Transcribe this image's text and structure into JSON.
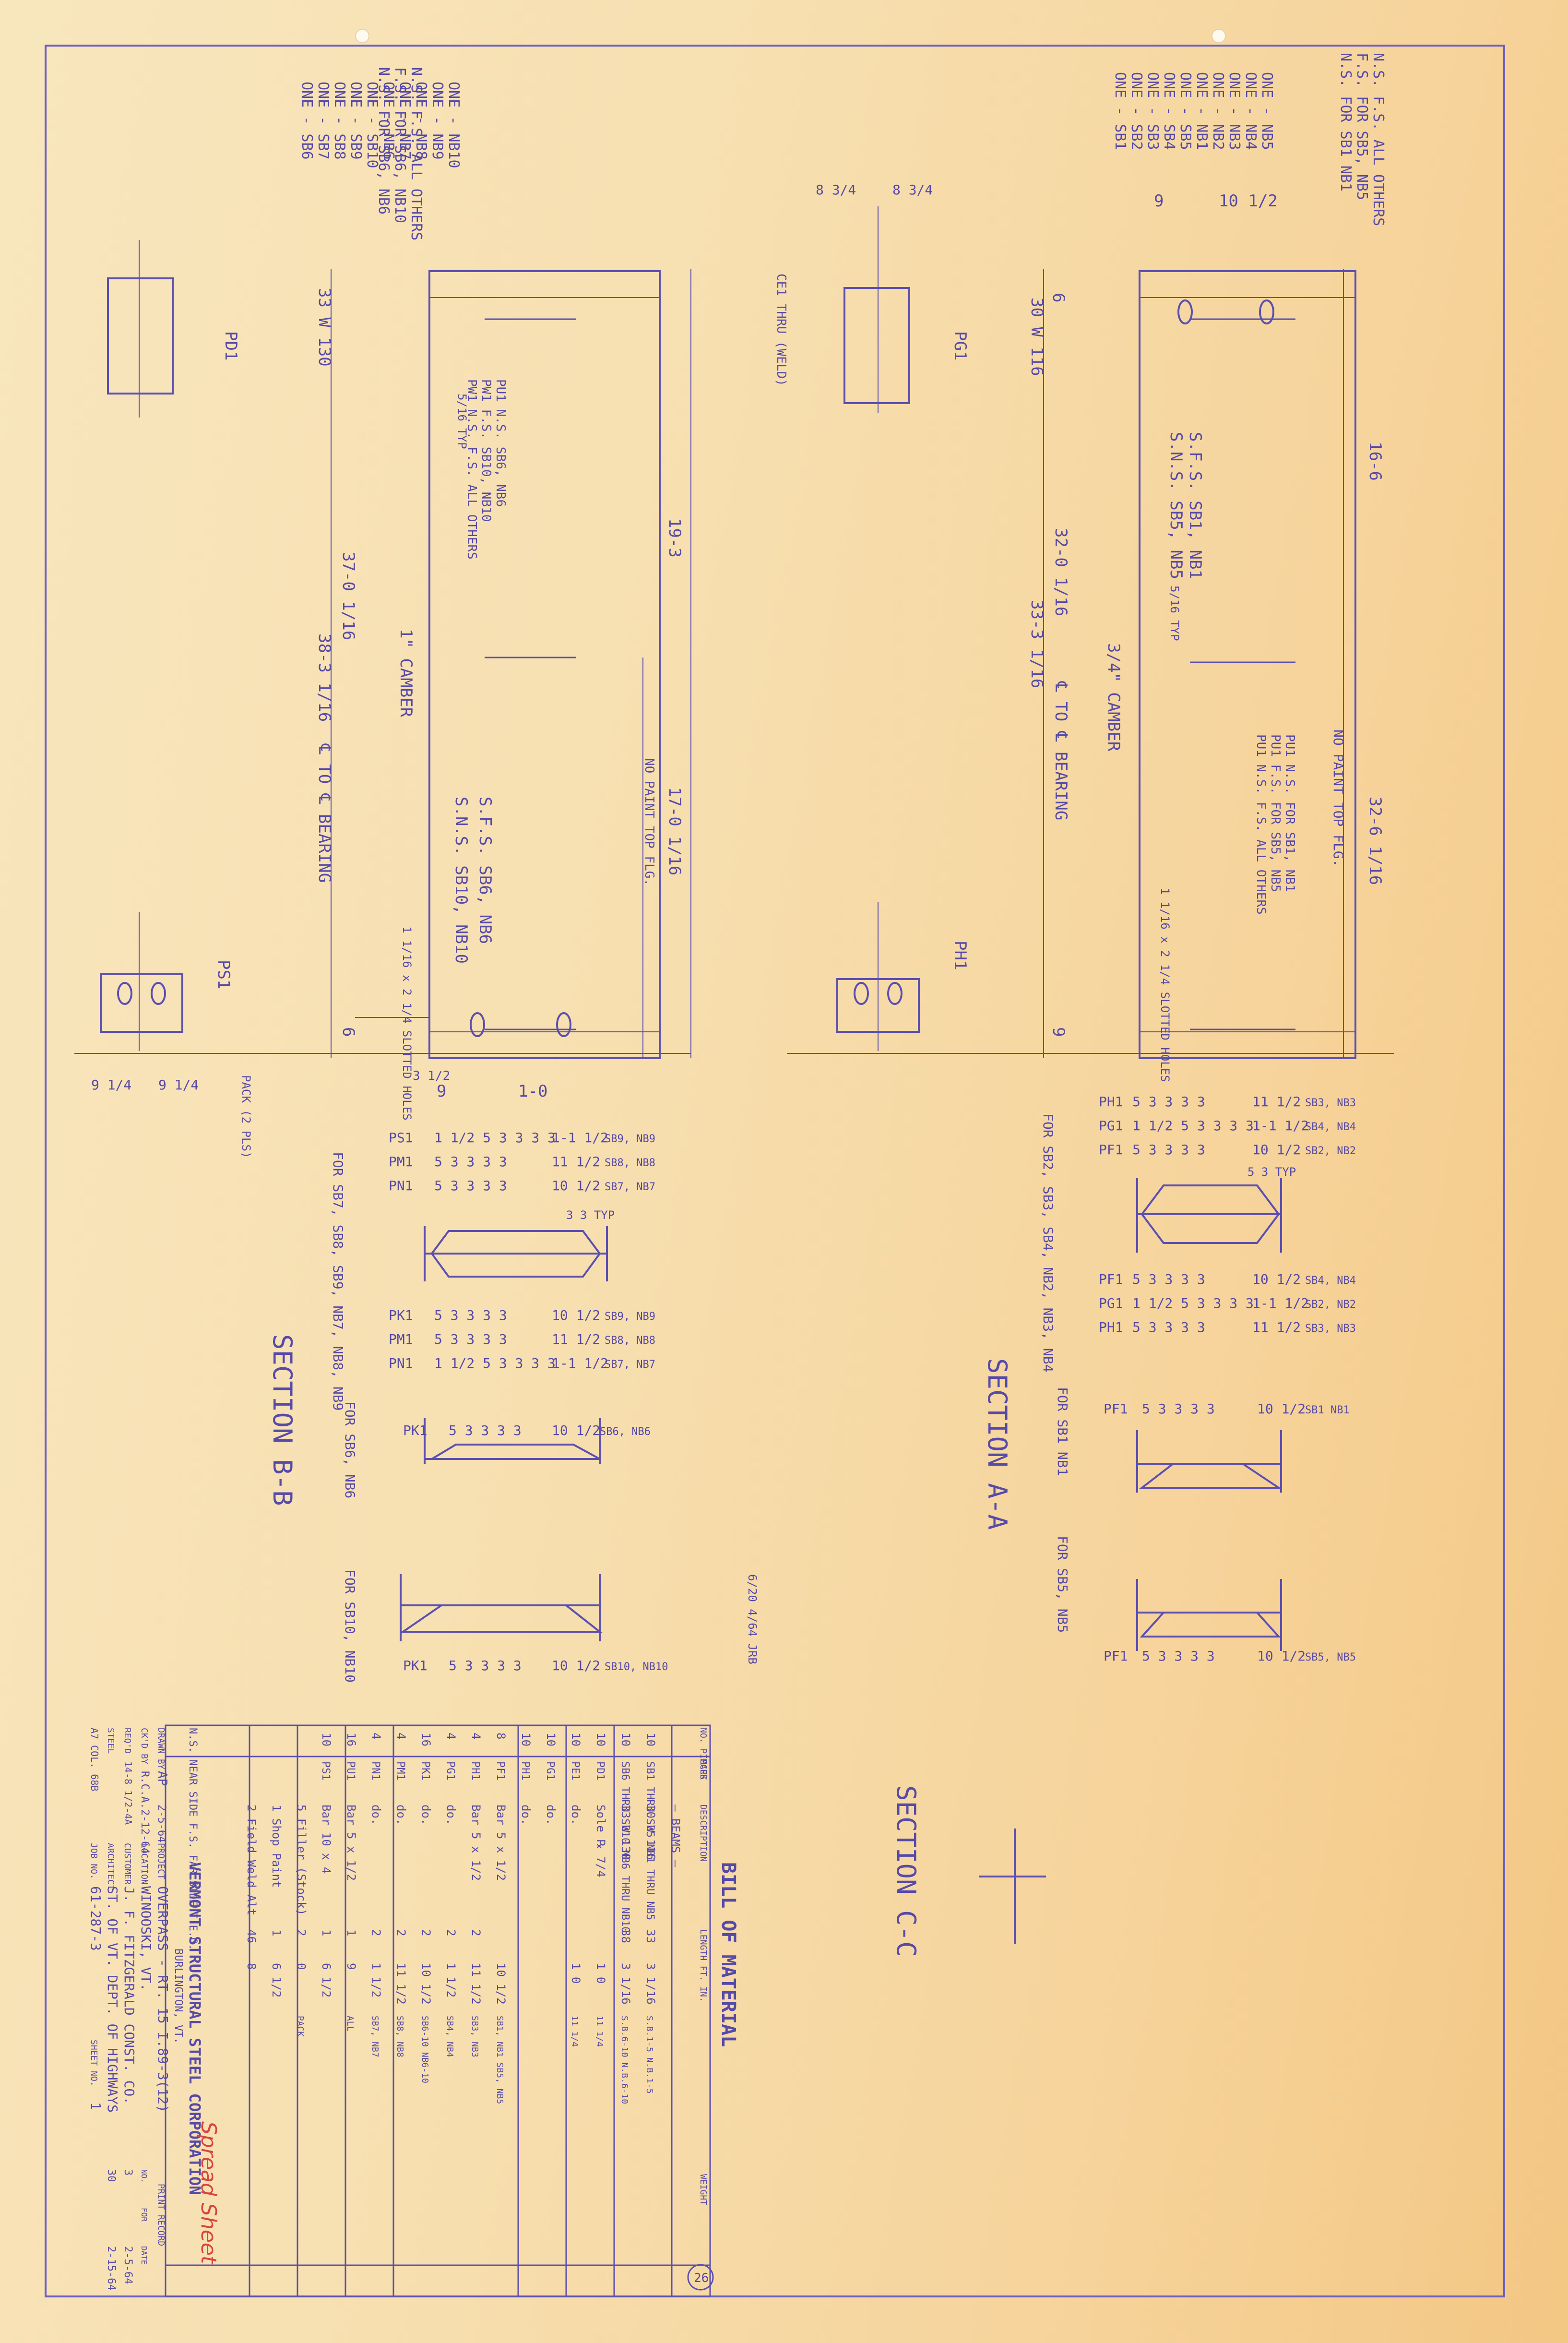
{
  "sheet": {
    "paper_color": "#f7dcaa",
    "ink_color": "#5b4fb0",
    "red_ink_color": "#d8443c"
  },
  "notes_b": [
    "N.S. FOR SB6, NB6",
    "F.S. FOR SB6, NB10",
    "N.S. F.S. ALL OTHERS"
  ],
  "notes_a": [
    "N.S. FOR SB1 NB1",
    "F.S. FOR SB5, NB5",
    "N.S. F.S. ALL OTHERS"
  ],
  "girders_b": [
    "ONE - SB6",
    "ONE - SB7",
    "ONE - SB8",
    "ONE - SB9",
    "ONE - SB10",
    "ONE - NB6",
    "ONE - NB7",
    "ONE - NB8",
    "ONE - NB9",
    "ONE - NB10"
  ],
  "girders_a": [
    "ONE - SB1",
    "ONE - SB2",
    "ONE - SB3",
    "ONE - SB4",
    "ONE - SB5",
    "ONE - NB1",
    "ONE - NB2",
    "ONE - NB3",
    "ONE - NB4",
    "ONE - NB5"
  ],
  "beam_b": {
    "member": "33 W 130",
    "length_span": "37-0 1/16",
    "length_cl": "38-3 1/16",
    "bearing_note": "℄ TO ℄ BEARING",
    "half_len": "19-3",
    "half_len2": "17-0 1/16",
    "camber": "1\" CAMBER",
    "sfs": "S.F.S. SB6, NB6",
    "sns": "S.N.S. SB10, NB10",
    "no_paint": "NO PAINT TOP FLG.",
    "pu1": "PU1 N.S. SB6, NB6",
    "pu1b": "PW1 F.S. SB10, NB10",
    "pu1c": "PW1 N.S. F.S. ALL OTHERS",
    "slotted": "1 1/16 x 2 1/4 SLOTTED HOLES",
    "typ": "5/16 TYP",
    "dims": [
      "9",
      "1-0",
      "3 1/2",
      "9 1/4",
      "9 1/4",
      "6"
    ],
    "p_end": "PD1",
    "p_end2": "PS1",
    "pack": "PACK (2 PLS)"
  },
  "beam_a": {
    "member": "30 W 116",
    "length_span": "32-0 1/16",
    "length_cl": "33-3 1/16",
    "bearing_note": "℄ TO ℄ BEARING",
    "half_len": "16-6",
    "half_len2": "32-6 1/16",
    "camber": "3/4\" CAMBER",
    "sfs": "S.F.S. SB1, NB1",
    "sns": "S.N.S. SB5, NB5",
    "no_paint": "NO PAINT TOP FLG.",
    "pu1": "PU1 N.S. FOR SB1, NB1",
    "pu1b": "PU1 F.S. FOR SB5, NB5",
    "pu1c": "PU1 N.S. F.S. ALL OTHERS",
    "slotted": "1 1/16 x 2 1/4 SLOTTED HOLES",
    "typ": "5/16 TYP",
    "dims": [
      "9",
      "10 1/2",
      "8 3/4",
      "8 3/4",
      "6",
      "9"
    ],
    "p_end": "PG1",
    "p_end2": "PH1",
    "c1": "CE1 THRU (WELD)"
  },
  "sections": {
    "bb": "SECTION B-B",
    "aa": "SECTION A-A",
    "cc": "SECTION C-C"
  },
  "schedule_b": {
    "group1_label": "FOR SB7, SB8, SB9, NB7, NB8, NB9",
    "rows_top": [
      {
        "mark": "PS1",
        "dims": "1 1/2 5 3 3 3 3",
        "len": "1-1 1/2",
        "use": "SB9, NB9"
      },
      {
        "mark": "PM1",
        "dims": "5 3 3 3 3",
        "len": "11 1/2",
        "use": "SB8, NB8"
      },
      {
        "mark": "PN1",
        "dims": "5 3 3 3 3",
        "len": "10 1/2",
        "use": "SB7, NB7"
      }
    ],
    "rows_bottom": [
      {
        "mark": "PK1",
        "dims": "5 3 3 3 3",
        "len": "10 1/2",
        "use": "SB9, NB9"
      },
      {
        "mark": "PM1",
        "dims": "5 3 3 3 3",
        "len": "11 1/2",
        "use": "SB8, NB8"
      },
      {
        "mark": "PN1",
        "dims": "1 1/2 5 3 3 3 3",
        "len": "1-1 1/2",
        "use": "SB7, NB7"
      }
    ],
    "group2_label": "FOR SB6, NB6",
    "row_g2": {
      "mark": "PK1",
      "dims": "5 3 3 3 3",
      "len": "10 1/2",
      "use": "SB6, NB6"
    },
    "group3_label": "FOR SB10, NB10",
    "row_g3": {
      "mark": "PK1",
      "dims": "5 3 3 3 3",
      "len": "10 1/2",
      "use": "SB10, NB10"
    },
    "typ": "3 3 TYP",
    "stamp": "6/20 4/64 JRB"
  },
  "schedule_a": {
    "group1_label": "FOR SB2, SB3, SB4, NB2, NB3, NB4",
    "rows_top": [
      {
        "mark": "PH1",
        "dims": "5 3 3 3 3",
        "len": "11 1/2",
        "use": "SB3, NB3"
      },
      {
        "mark": "PG1",
        "dims": "1 1/2 5 3 3 3 3",
        "len": "1-1 1/2",
        "use": "SB4, NB4"
      },
      {
        "mark": "PF1",
        "dims": "5 3 3 3 3",
        "len": "10 1/2",
        "use": "SB2, NB2"
      }
    ],
    "rows_bottom": [
      {
        "mark": "PF1",
        "dims": "5 3 3 3 3",
        "len": "10 1/2",
        "use": "SB4, NB4"
      },
      {
        "mark": "PG1",
        "dims": "1 1/2 5 3 3 3 3",
        "len": "1-1 1/2",
        "use": "SB2, NB2"
      },
      {
        "mark": "PH1",
        "dims": "5 3 3 3 3",
        "len": "11 1/2",
        "use": "SB3, NB3"
      }
    ],
    "group2_label": "FOR SB1 NB1",
    "row_g2": {
      "mark": "PF1",
      "dims": "5 3 3 3 3",
      "len": "10 1/2",
      "use": "SB1 NB1"
    },
    "group3_label": "FOR SB5, NB5",
    "row_g3": {
      "mark": "PF1",
      "dims": "5 3 3 3 3",
      "len": "10 1/2",
      "use": "SB5, NB5"
    },
    "typ": "5 3 TYP"
  },
  "bom": {
    "title": "BILL OF MATERIAL",
    "headers": [
      "NO. PIECES",
      "MARK",
      "DESCRIPTION",
      "LENGTH FT. IN.",
      "",
      "",
      "",
      "WEIGHT"
    ],
    "rows": [
      {
        "no": "",
        "mark": "",
        "desc": "— BEAMS —",
        "ft": "",
        "in": "",
        "note": ""
      },
      {
        "no": "10",
        "mark": "SB1 THRU SB5 NB1 THRU NB5",
        "desc": "30 W 116",
        "ft": "33",
        "in": "3 1/16",
        "note": "S.B.1-5 N.B.1-5"
      },
      {
        "no": "10",
        "mark": "SB6 THRU SB10 NB6 THRU NB10",
        "desc": "33 W 130",
        "ft": "38",
        "in": "3 1/16",
        "note": "S.B.6-10 N.B.6-10"
      },
      {
        "no": "10",
        "mark": "PD1",
        "desc": "Sole ℞ 7/4",
        "ft": "",
        "in": "1 0",
        "note": "11 1/4"
      },
      {
        "no": "10",
        "mark": "PE1",
        "desc": "do.",
        "ft": "",
        "in": "1 0",
        "note": "11 1/4"
      },
      {
        "no": "10",
        "mark": "PG1",
        "desc": "do.",
        "ft": "",
        "in": "",
        "note": ""
      },
      {
        "no": "10",
        "mark": "PH1",
        "desc": "do.",
        "ft": "",
        "in": "",
        "note": ""
      },
      {
        "no": "8",
        "mark": "PF1",
        "desc": "Bar 5 x 1/2",
        "ft": "",
        "in": "10 1/2",
        "note": "SB1, NB1 SB5, NB5"
      },
      {
        "no": "4",
        "mark": "PH1",
        "desc": "Bar 5 x 1/2",
        "ft": "2",
        "in": "11 1/2",
        "note": "SB3, NB3"
      },
      {
        "no": "4",
        "mark": "PG1",
        "desc": "do.",
        "ft": "2",
        "in": "1 1/2",
        "note": "SB4, NB4"
      },
      {
        "no": "16",
        "mark": "PK1",
        "desc": "do.",
        "ft": "2",
        "in": "10 1/2",
        "note": "SB6-10 NB6-10"
      },
      {
        "no": "4",
        "mark": "PM1",
        "desc": "do.",
        "ft": "2",
        "in": "11 1/2",
        "note": "SB8, NB8"
      },
      {
        "no": "4",
        "mark": "PN1",
        "desc": "do.",
        "ft": "2",
        "in": "1 1/2",
        "note": "SB7, NB7"
      },
      {
        "no": "16",
        "mark": "PU1",
        "desc": "Bar 5 x 1/2",
        "ft": "1",
        "in": "9",
        "note": "ALL"
      },
      {
        "no": "10",
        "mark": "PS1",
        "desc": "Bar 10 x 4",
        "ft": "1",
        "in": "6 1/2",
        "note": ""
      },
      {
        "no": "",
        "mark": "",
        "desc": "5 Filler (Stock)",
        "ft": "2",
        "in": "0",
        "note": "PACK"
      },
      {
        "no": "",
        "mark": "",
        "desc": "1 Shop Paint",
        "ft": "1",
        "in": "6 1/2",
        "note": ""
      },
      {
        "no": "",
        "mark": "",
        "desc": "2 Field Weld Alt",
        "ft": "46",
        "in": "8",
        "note": ""
      }
    ],
    "footer_note": "N.S. NEAR SIDE  F.S. FAR SIDE  T.E.G."
  },
  "title_block": {
    "company": "VERMONT STRUCTURAL STEEL CORPORATION",
    "location_city": "BURLINGTON, VT.",
    "drawn_by_label": "DRAWN BY",
    "drawn_by": "AP",
    "drawn_date": "2-5-64",
    "checked_by_label": "CK'D BY",
    "checked_by": "R.C.A.",
    "checked_date": "2-12-64",
    "project_label": "PROJECT",
    "project": "OVERPASS - RT. 15 I.89-3(12)",
    "location_label": "LOCATION",
    "location": "WINOOSKI, VT.",
    "customer_label": "CUSTOMER",
    "customer": "J. F. FITZGERALD CONST. CO.",
    "architect_label": "ARCHITECT",
    "architect": "ST. OF VT. DEPT. OF HIGHWAYS",
    "job_label": "JOB NO.",
    "job": "61-287-3",
    "sheet_label": "SHEET NO.",
    "sheet": "1",
    "reqd_label": "REQ'D",
    "reqd": "14-8 1/2-4A",
    "steel_label": "STEEL",
    "steel": "A7 COL. 68B",
    "print_record": "PRINT RECORD",
    "print_no_label": "NO.",
    "print_for_label": "FOR",
    "print_date_label": "DATE",
    "prints": [
      {
        "no": "3",
        "for": "",
        "date": "2-5-64"
      },
      {
        "no": "30",
        "for": "",
        "date": "2-15-64"
      }
    ],
    "red_stamp": "Spread Sheet",
    "circle_no": "26"
  }
}
